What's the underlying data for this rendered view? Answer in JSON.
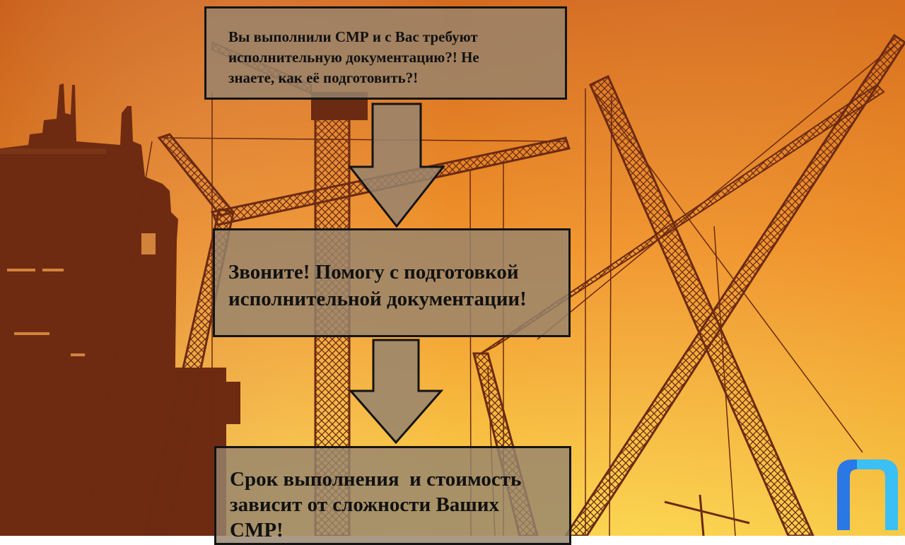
{
  "slide": {
    "step1": {
      "lines": [
        "Вы выполнили СМР и с Вас требуют",
        "исполнительную документацию?! Не",
        "знаете, как её подготовить?!"
      ]
    },
    "step2": {
      "lines": [
        "Звоните! Помогу с подготовкой",
        "исполнительной документации!"
      ]
    },
    "step3": {
      "lines": [
        "Срок выполнения  и стоимость",
        "зависит от сложности Ваших",
        "СМР!"
      ]
    }
  },
  "colors": {
    "sky_top": "#d4701f",
    "sky_mid": "#f29a28",
    "sky_bottom": "#fad44a",
    "silhouette": "#6b2a12",
    "box_fill": "#96846e",
    "box_border": "#141414",
    "logo_blue": "#1f6fe0",
    "logo_cyan": "#39c6f4"
  },
  "icons": {
    "logo": "p-shaped-logo-icon"
  }
}
